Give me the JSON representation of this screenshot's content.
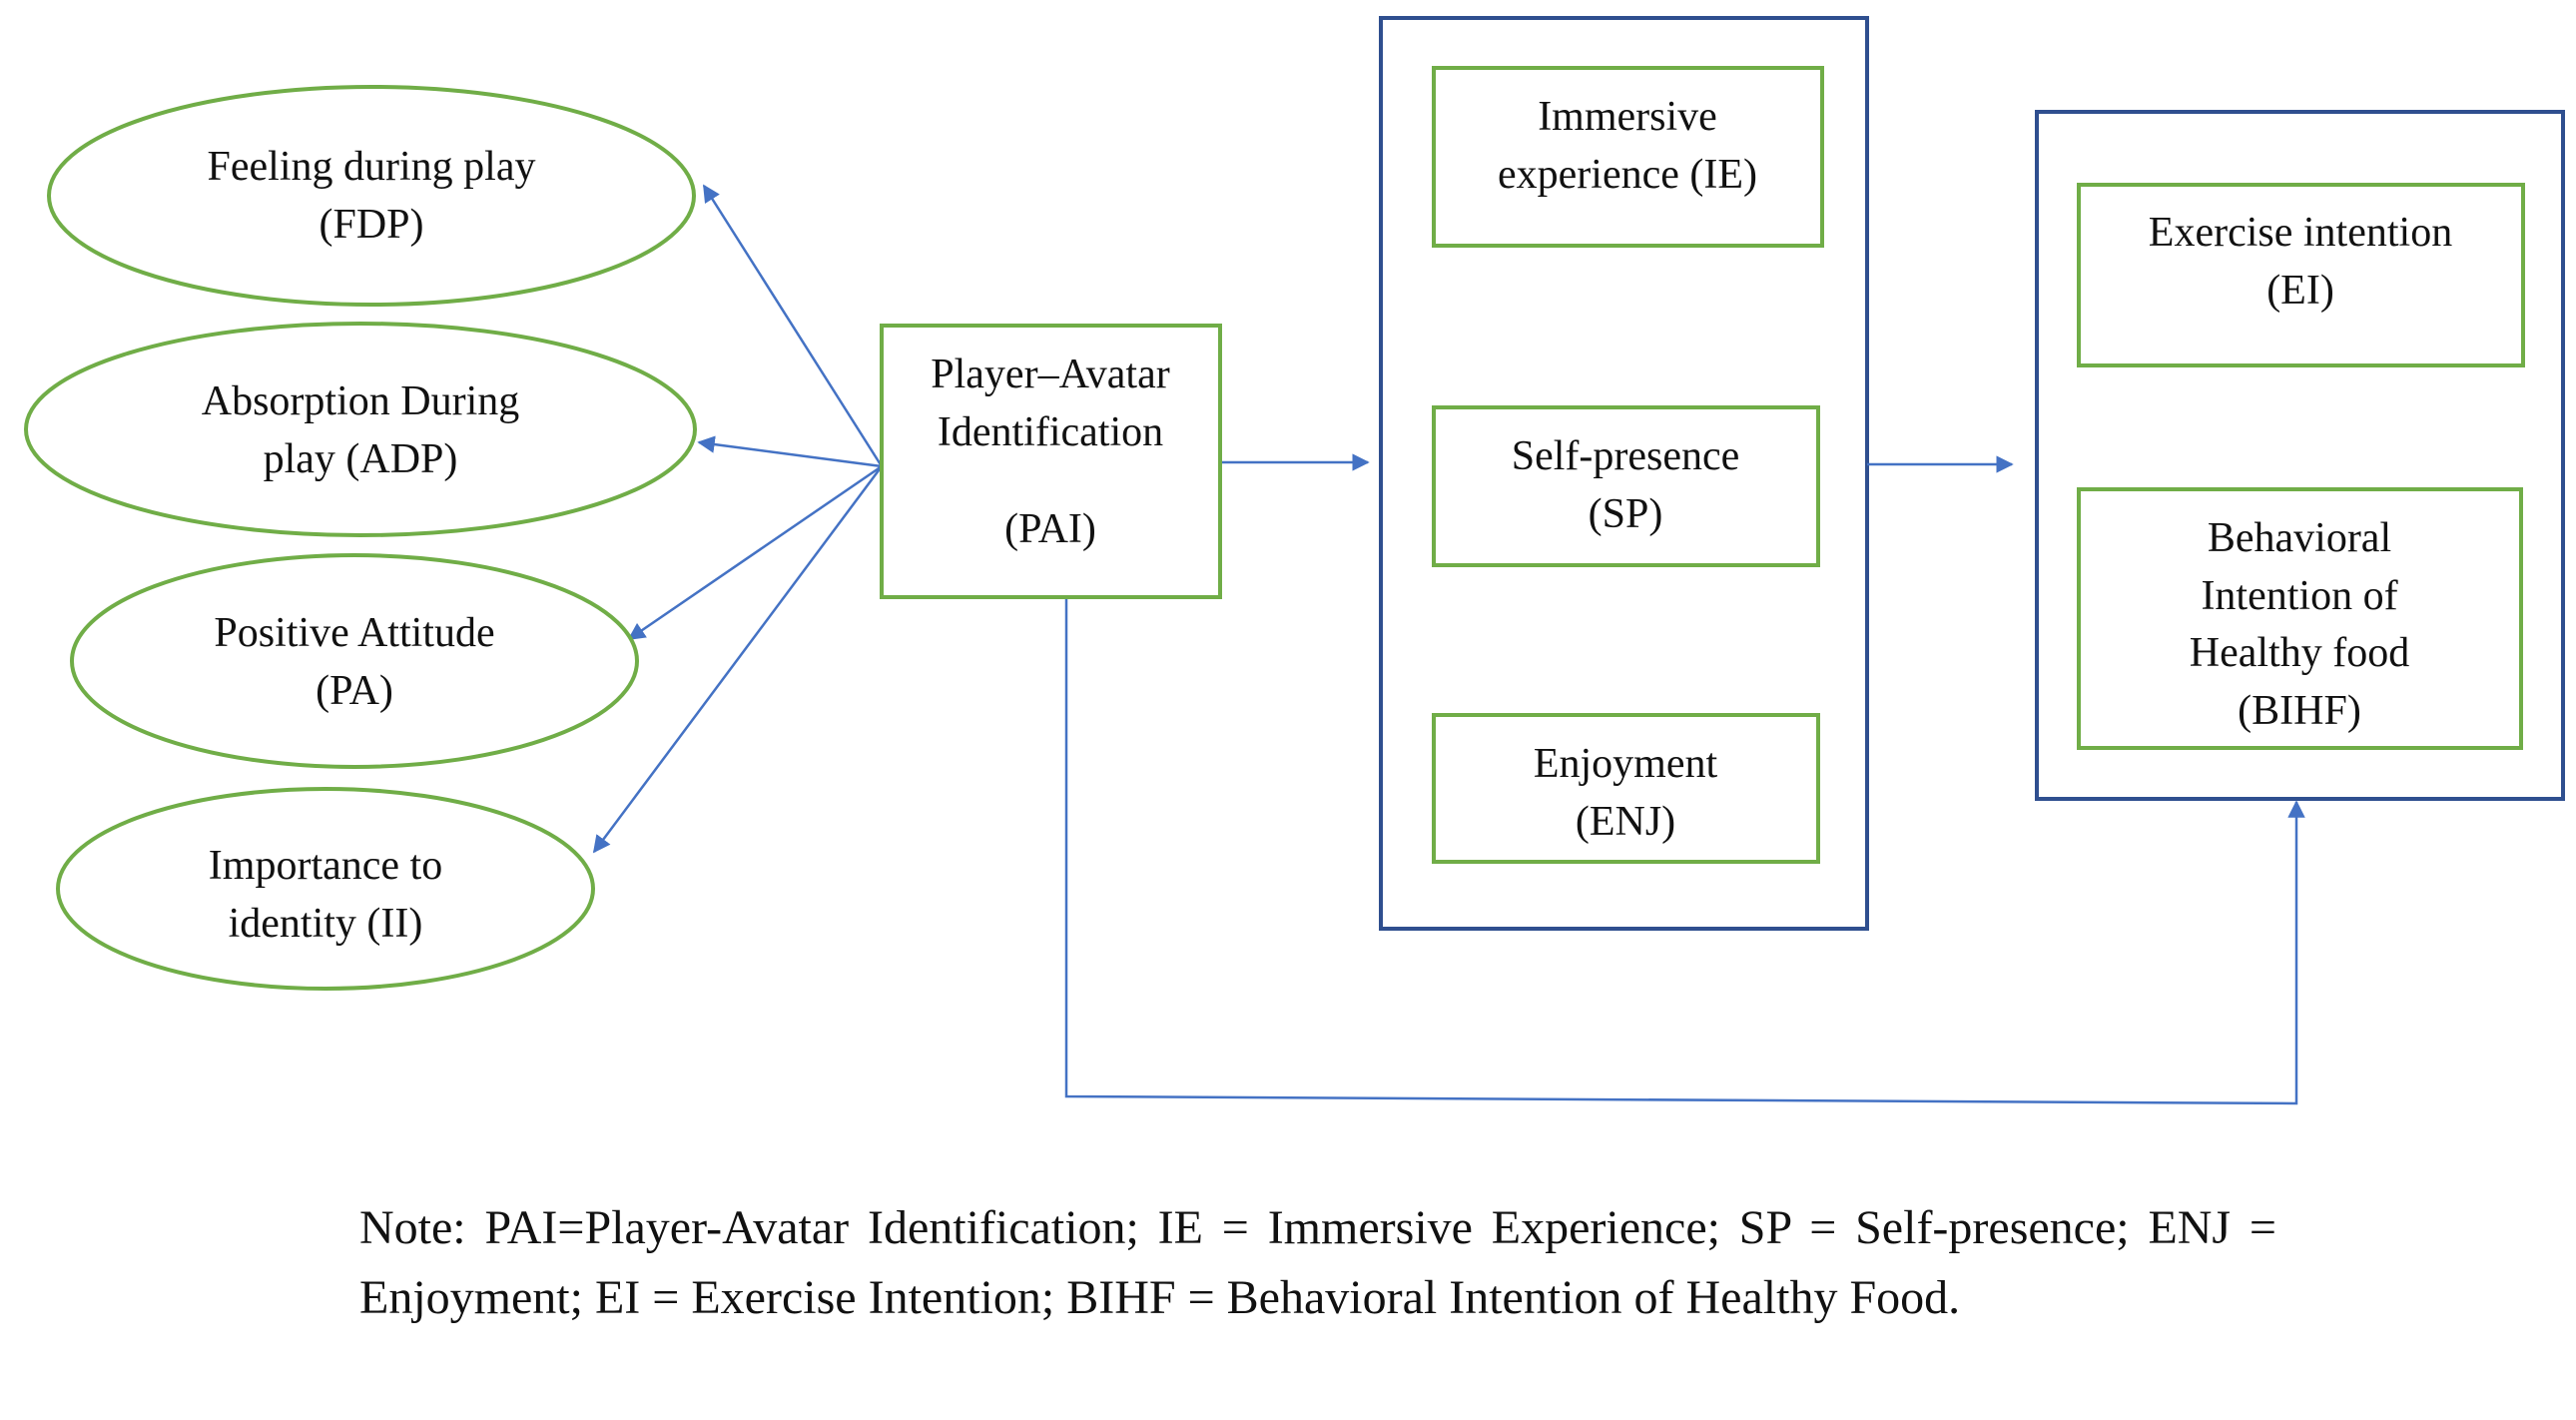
{
  "colors": {
    "node_border": "#70ad47",
    "group_border": "#2f4f8f",
    "arrow": "#4472c4",
    "text": "#111111"
  },
  "nodes": {
    "fdp": {
      "line1": "Feeling during play",
      "line2": "(FDP)"
    },
    "adp": {
      "line1": "Absorption During",
      "line2": "play (ADP)"
    },
    "pa": {
      "line1": "Positive Attitude",
      "line2": "(PA)"
    },
    "ii": {
      "line1": "Importance to",
      "line2": "identity (II)"
    },
    "pai": {
      "line1": "Player–Avatar",
      "line2": "Identification",
      "line3": "(PAI)"
    },
    "ie": {
      "line1": "Immersive",
      "line2": "experience (IE)"
    },
    "sp": {
      "line1": "Self-presence",
      "line2": "(SP)"
    },
    "enj": {
      "line1": "Enjoyment",
      "line2": "(ENJ)"
    },
    "ei": {
      "line1": "Exercise intention",
      "line2": "(EI)"
    },
    "bihf": {
      "line1": "Behavioral",
      "line2": "Intention of",
      "line3": "Healthy food",
      "line4": "(BIHF)"
    }
  },
  "note": "Note: PAI=Player-Avatar Identification; IE = Immersive Experience; SP = Self-presence; ENJ = Enjoyment; EI = Exercise Intention; BIHF = Behavioral Intention of Healthy Food."
}
